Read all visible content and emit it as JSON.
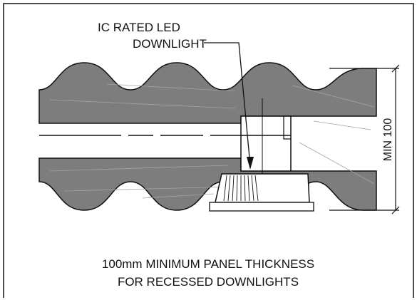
{
  "callout": {
    "line1": "IC RATED LED",
    "line2": "DOWNLIGHT"
  },
  "dimension": {
    "label": "MIN 100"
  },
  "caption": {
    "line1": "100mm MINIMUM PANEL THICKNESS",
    "line2": "FOR RECESSED DOWNLIGHTS"
  },
  "colors": {
    "panel_fill": "#7d7d7d",
    "outline": "#111111",
    "background": "#ffffff",
    "light_body": "#ffffff"
  }
}
